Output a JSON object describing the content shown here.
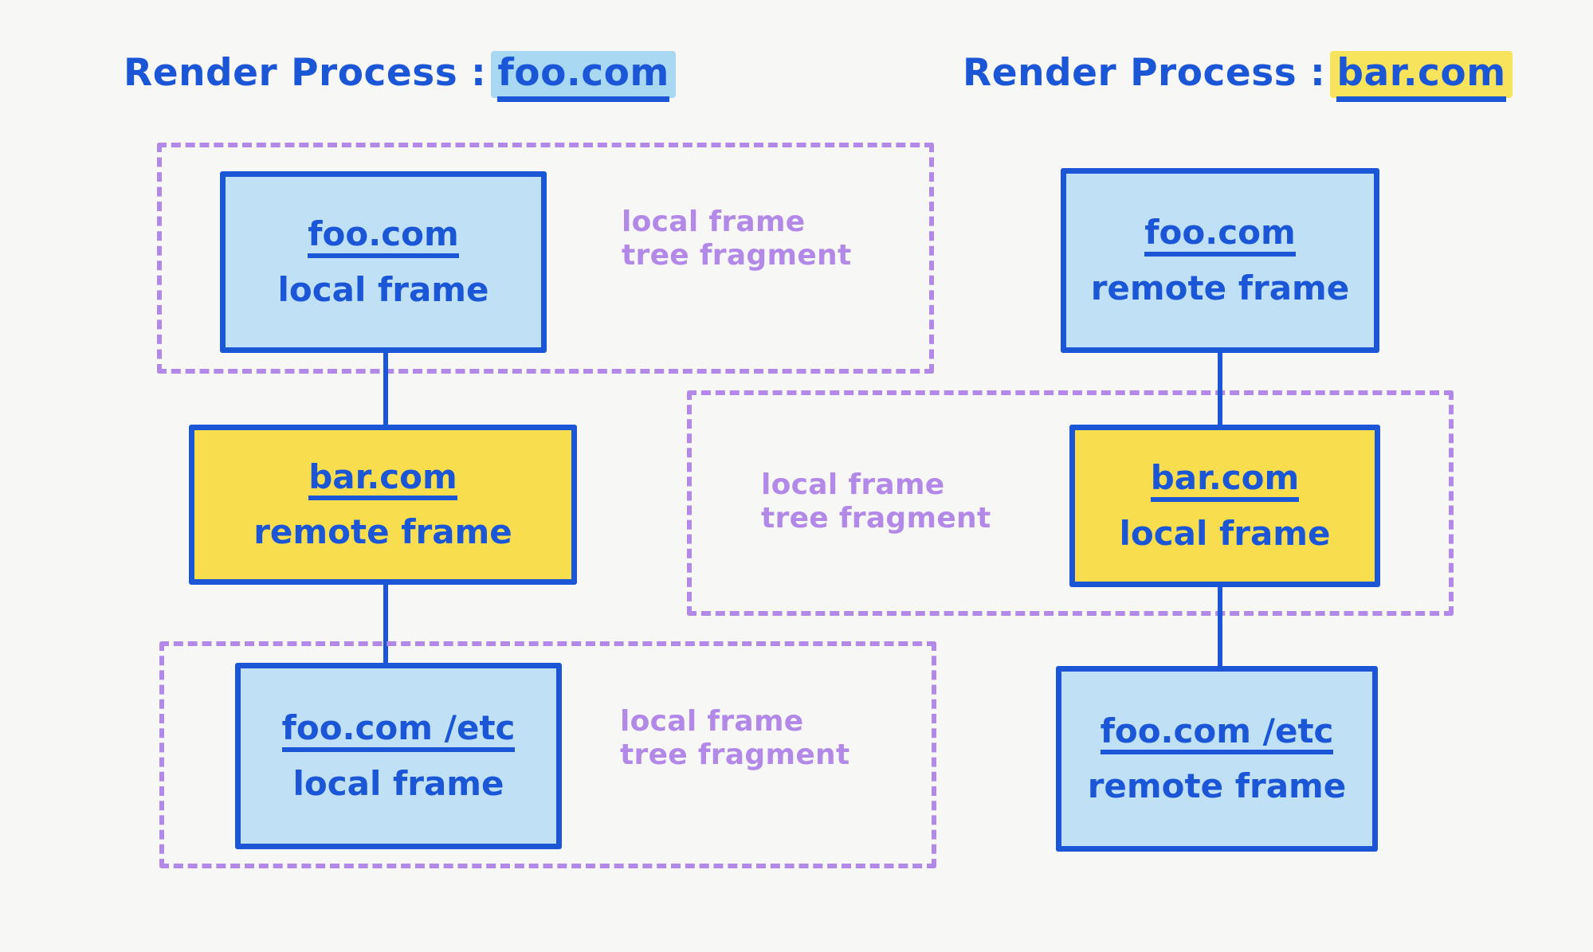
{
  "colors": {
    "background": "#f7f7f5",
    "stroke_blue": "#1a56d6",
    "fill_blue": "#bfe0f5",
    "fill_yellow": "#f8de4e",
    "dashed_purple": "#b389e8",
    "highlight_blue": "#a9d8f2",
    "highlight_yellow": "#f8e35c"
  },
  "processes": [
    {
      "id": "process-foo",
      "title_label": "Render Process :",
      "host": "foo.com",
      "highlight_color": "#a9d8f2"
    },
    {
      "id": "process-bar",
      "title_label": "Render Process :",
      "host": "bar.com",
      "highlight_color": "#f8e35c"
    }
  ],
  "left_column": {
    "frames": [
      {
        "url": "foo.com",
        "kind": "local frame",
        "fill": "blue"
      },
      {
        "url": "bar.com",
        "kind": "remote frame",
        "fill": "yellow"
      },
      {
        "url": "foo.com /etc",
        "kind": "local frame",
        "fill": "blue"
      }
    ],
    "fragments": [
      {
        "caption": "local frame\ntree fragment"
      },
      {
        "caption": "local frame\ntree fragment"
      }
    ]
  },
  "middle_fragment": {
    "caption": "local frame\ntree fragment"
  },
  "right_column": {
    "frames": [
      {
        "url": "foo.com",
        "kind": "remote frame",
        "fill": "blue"
      },
      {
        "url": "bar.com",
        "kind": "local frame",
        "fill": "yellow"
      },
      {
        "url": "foo.com /etc",
        "kind": "remote frame",
        "fill": "blue"
      }
    ]
  }
}
